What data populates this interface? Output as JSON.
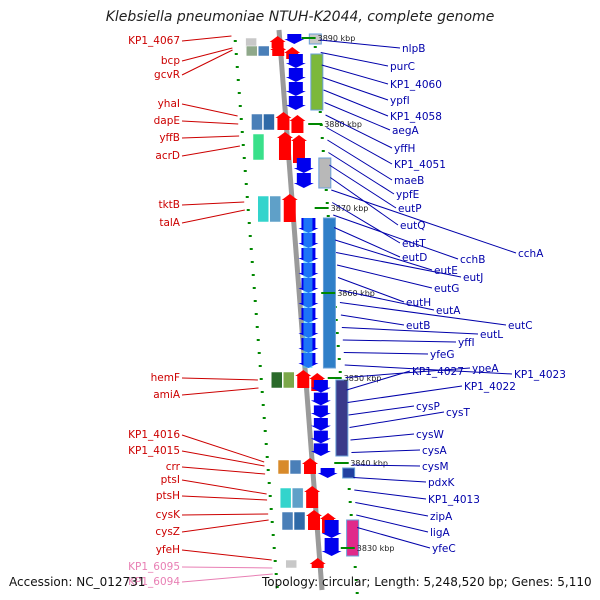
{
  "title": "Klebsiella pneumoniae NTUH-K2044, complete genome",
  "footer": {
    "accession": "Accession: NC_012731",
    "topology": "Topology: circular; Length: 5,248,520 bp; Genes: 5,110"
  },
  "colors": {
    "left_label": "#cc0000",
    "left_faded_label": "#e87fb4",
    "right_label": "#0000aa",
    "left_arrow": "#ff0000",
    "right_arrow": "#0000ee",
    "tick": "#008800",
    "backbone": "#9a9a9a"
  },
  "scale": [
    {
      "label": "3890 kbp"
    },
    {
      "label": "3880 kbp"
    },
    {
      "label": "3870 kbp"
    },
    {
      "label": "3860 kbp"
    },
    {
      "label": "3850 kbp"
    },
    {
      "label": "3840 kbp"
    },
    {
      "label": "3830 kbp"
    }
  ],
  "left_genes": [
    {
      "name": "KP1_4067",
      "faded": false
    },
    {
      "name": "bcp",
      "faded": false
    },
    {
      "name": "gcvR",
      "faded": false
    },
    {
      "name": "yhaI",
      "faded": false
    },
    {
      "name": "dapE",
      "faded": false
    },
    {
      "name": "yffB",
      "faded": false
    },
    {
      "name": "acrD",
      "faded": false
    },
    {
      "name": "tktB",
      "faded": false
    },
    {
      "name": "talA",
      "faded": false
    },
    {
      "name": "hemF",
      "faded": false
    },
    {
      "name": "amiA",
      "faded": false
    },
    {
      "name": "KP1_4016",
      "faded": false
    },
    {
      "name": "KP1_4015",
      "faded": false
    },
    {
      "name": "crr",
      "faded": false
    },
    {
      "name": "ptsI",
      "faded": false
    },
    {
      "name": "ptsH",
      "faded": false
    },
    {
      "name": "cysK",
      "faded": false
    },
    {
      "name": "cysZ",
      "faded": false
    },
    {
      "name": "yfeH",
      "faded": false
    },
    {
      "name": "KP1_6095",
      "faded": true
    },
    {
      "name": "KP1_6094",
      "faded": true
    }
  ],
  "right_genes": [
    {
      "name": "nlpB"
    },
    {
      "name": "purC"
    },
    {
      "name": "KP1_4060"
    },
    {
      "name": "ypfI"
    },
    {
      "name": "KP1_4058"
    },
    {
      "name": "aegA"
    },
    {
      "name": "yffH"
    },
    {
      "name": "KP1_4051"
    },
    {
      "name": "maeB"
    },
    {
      "name": "ypfE"
    },
    {
      "name": "eutP"
    },
    {
      "name": "eutQ"
    },
    {
      "name": "cchA"
    },
    {
      "name": "eutT"
    },
    {
      "name": "cchB"
    },
    {
      "name": "eutD"
    },
    {
      "name": "eutE"
    },
    {
      "name": "eutJ"
    },
    {
      "name": "eutG"
    },
    {
      "name": "eutH"
    },
    {
      "name": "eutA"
    },
    {
      "name": "eutC"
    },
    {
      "name": "eutB"
    },
    {
      "name": "eutL"
    },
    {
      "name": "yffI"
    },
    {
      "name": "yfeG"
    },
    {
      "name": "KP1_4023"
    },
    {
      "name": "ypeA"
    },
    {
      "name": "KP1_4027"
    },
    {
      "name": "KP1_4022"
    },
    {
      "name": "cysP"
    },
    {
      "name": "cysT"
    },
    {
      "name": "cysW"
    },
    {
      "name": "cysA"
    },
    {
      "name": "cysM"
    },
    {
      "name": "pdxK"
    },
    {
      "name": "KP1_4013"
    },
    {
      "name": "zipA"
    },
    {
      "name": "ligA"
    },
    {
      "name": "yfeC"
    }
  ]
}
